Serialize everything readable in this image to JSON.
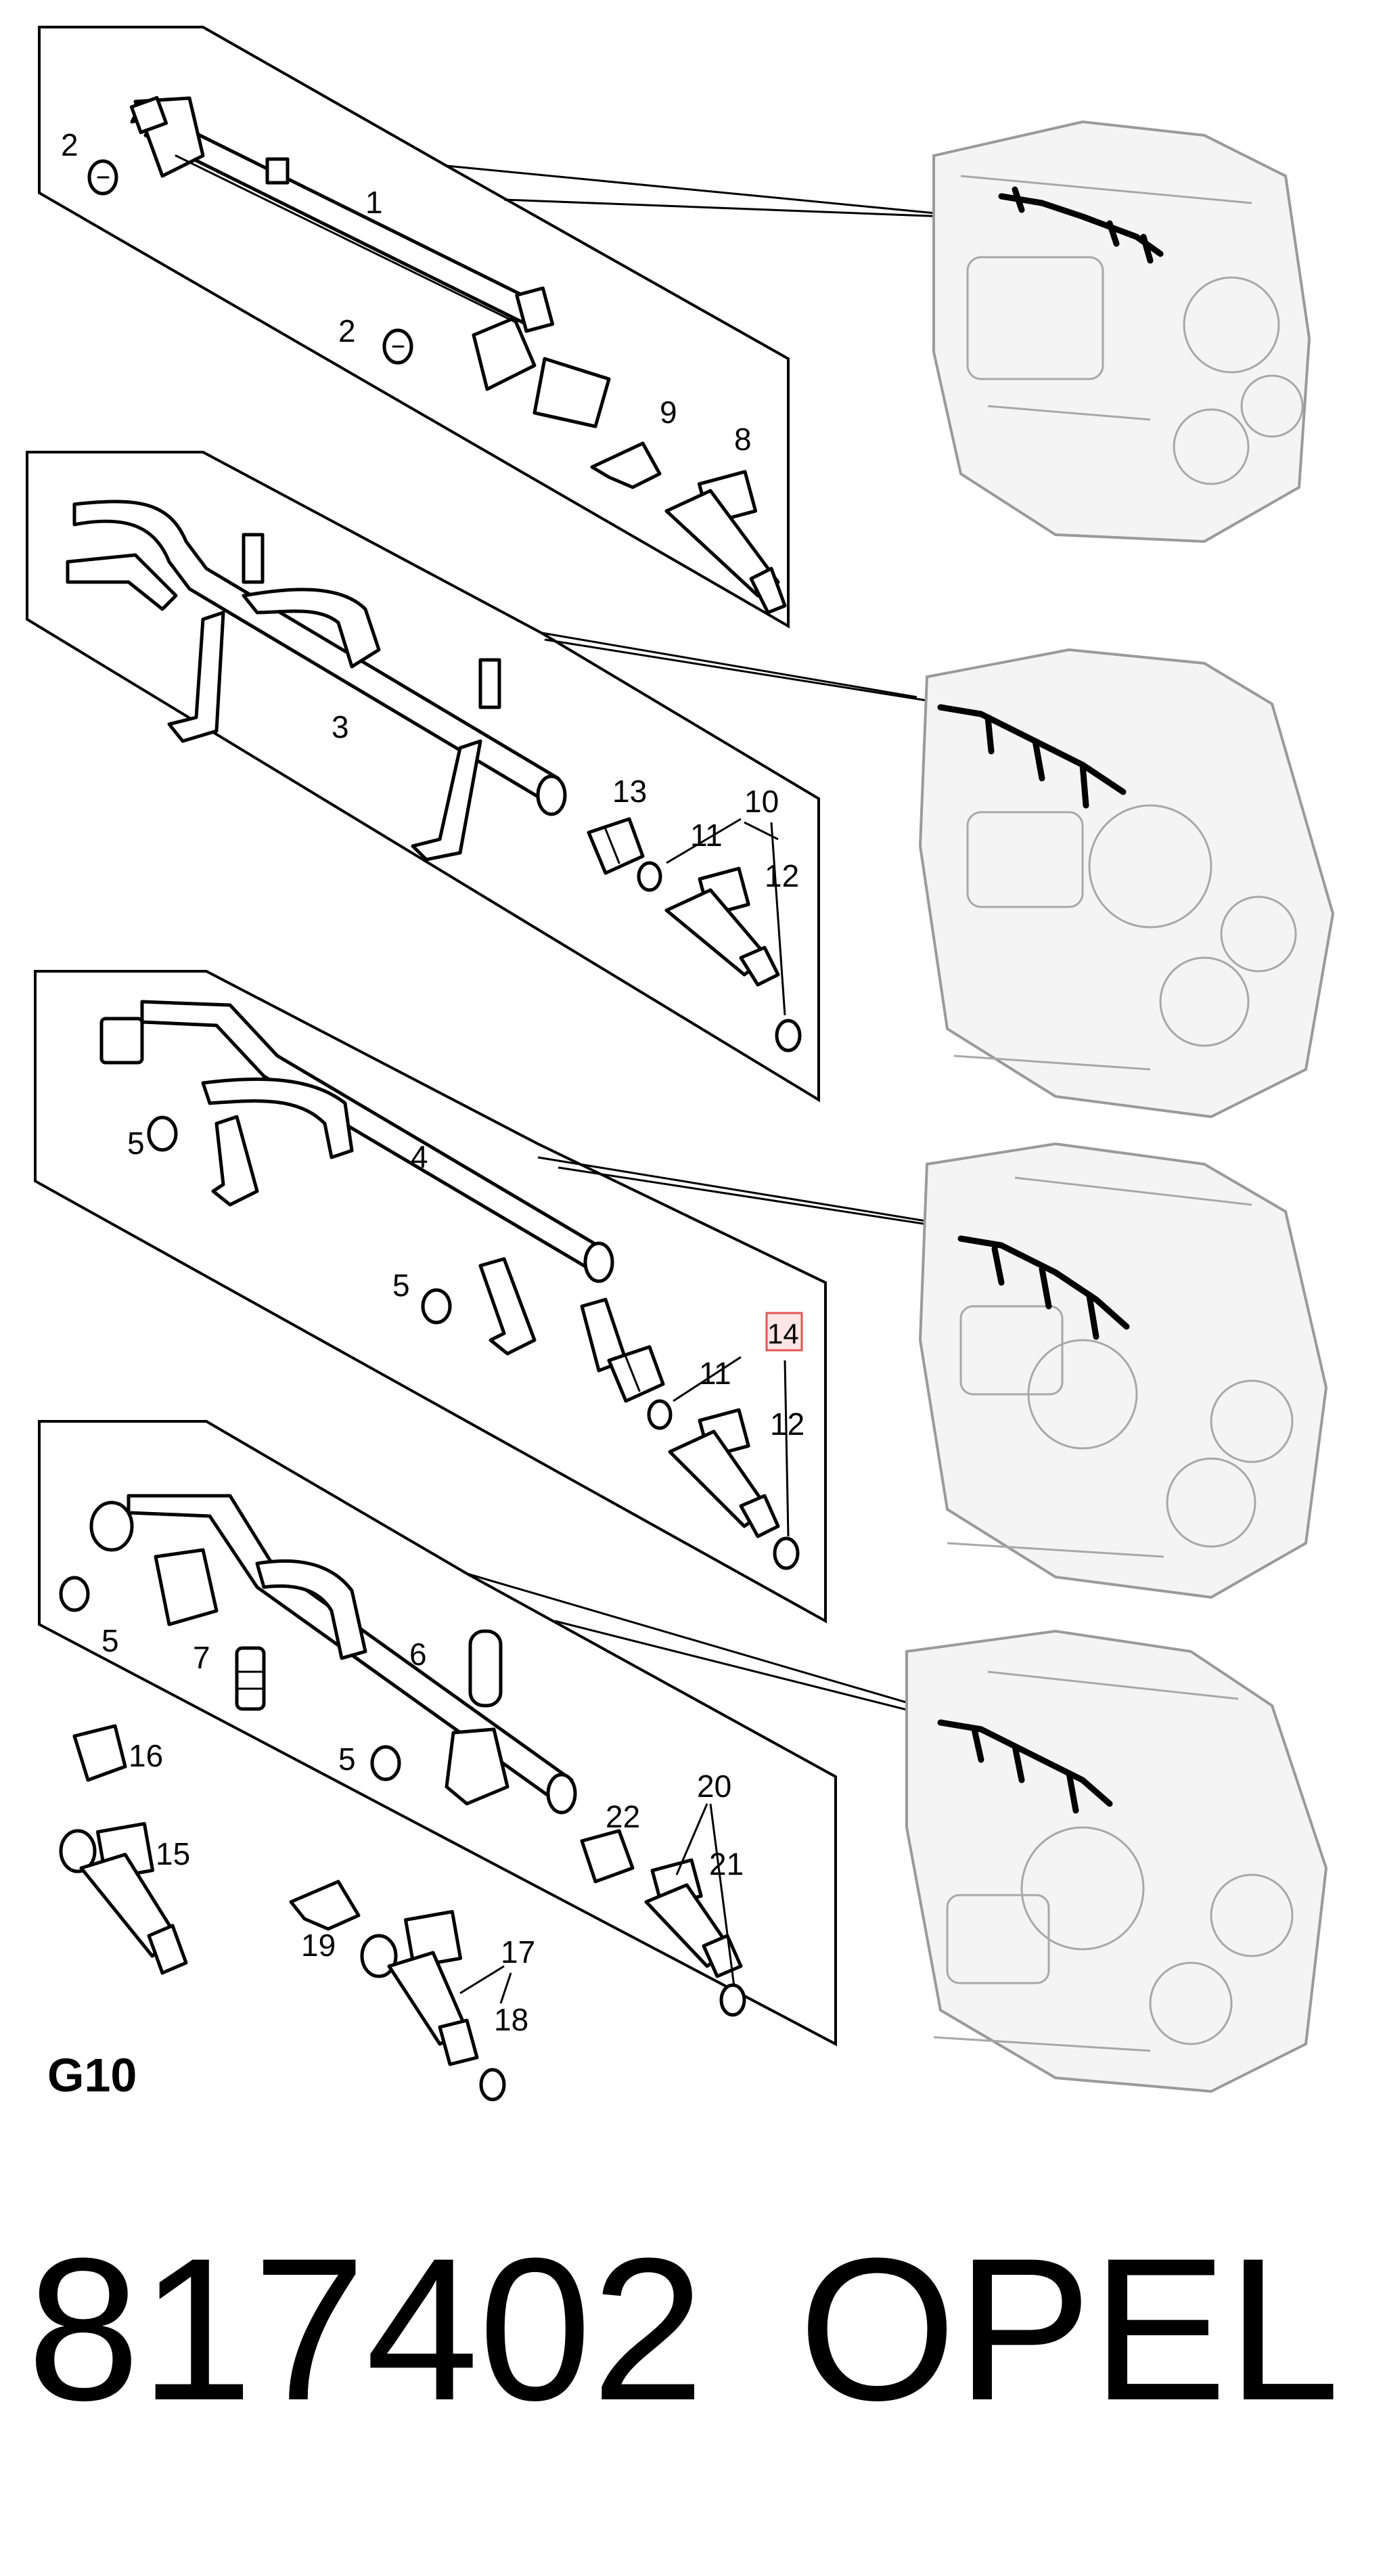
{
  "diagram": {
    "section_tag": "G10",
    "part_number": "817402",
    "brand": "OPEL",
    "highlighted_callout": "14",
    "panels": [
      {
        "id": "panel-1",
        "labels": {
          "l1": "1",
          "l2a": "2",
          "l2b": "2",
          "l9": "9",
          "l8": "8"
        }
      },
      {
        "id": "panel-2",
        "labels": {
          "l3": "3",
          "l13": "13",
          "l11": "11",
          "l10": "10",
          "l12": "12"
        }
      },
      {
        "id": "panel-3",
        "labels": {
          "l4": "4",
          "l5a": "5",
          "l5b": "5",
          "l14": "14",
          "l11": "11",
          "l12": "12"
        }
      },
      {
        "id": "panel-4",
        "labels": {
          "l5a": "5",
          "l5b": "5",
          "l7": "7",
          "l6": "6",
          "l16": "16",
          "l15": "15",
          "l19": "19",
          "l17": "17",
          "l18": "18",
          "l22": "22",
          "l20": "20",
          "l21": "21"
        }
      }
    ]
  }
}
